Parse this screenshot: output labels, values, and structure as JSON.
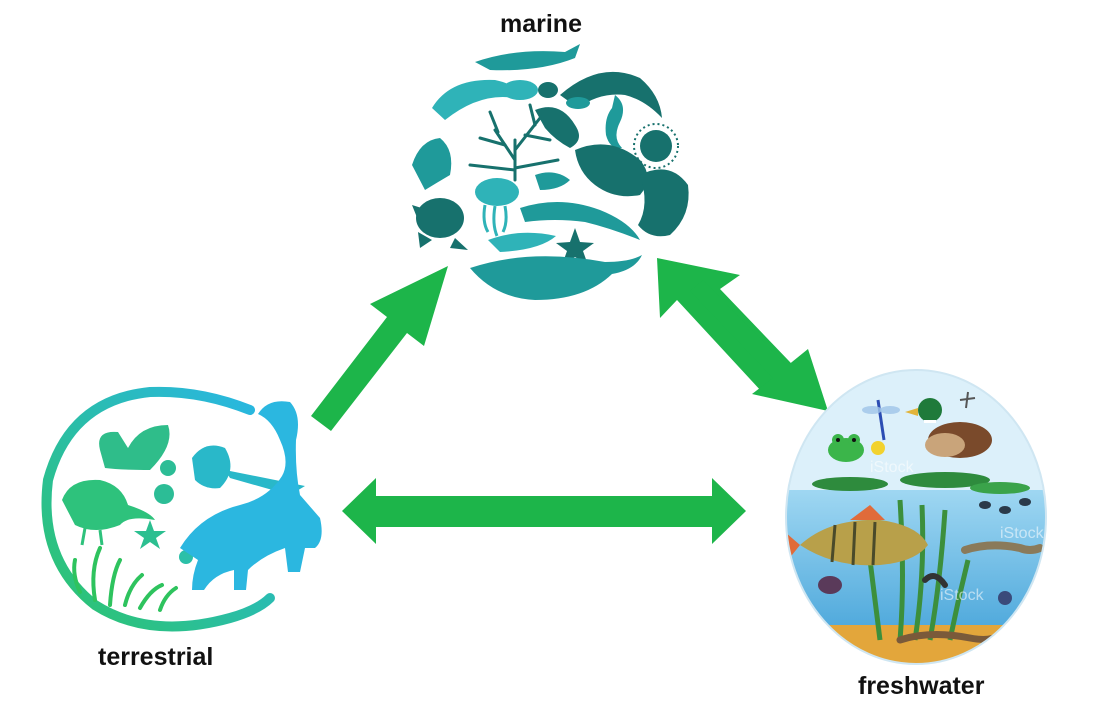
{
  "labels": {
    "marine": "marine",
    "terrestrial": "terrestrial",
    "freshwater": "freshwater"
  },
  "watermark": "iStock",
  "colors": {
    "arrow": "#1db54a",
    "marine_dark": "#17716d",
    "marine_mid": "#1f9a9a",
    "marine_light": "#2fb3b8",
    "terrestrial_green": "#2cc46a",
    "terrestrial_blue": "#29b6e8",
    "water_blue": "#74c3ea",
    "sky_blue": "#d9eef9",
    "sediment": "#e3a63b"
  },
  "icons": {
    "marine": "marine-animals-circle-icon",
    "terrestrial": "terrestrial-animals-icon",
    "freshwater": "freshwater-ecosystem-icon"
  }
}
